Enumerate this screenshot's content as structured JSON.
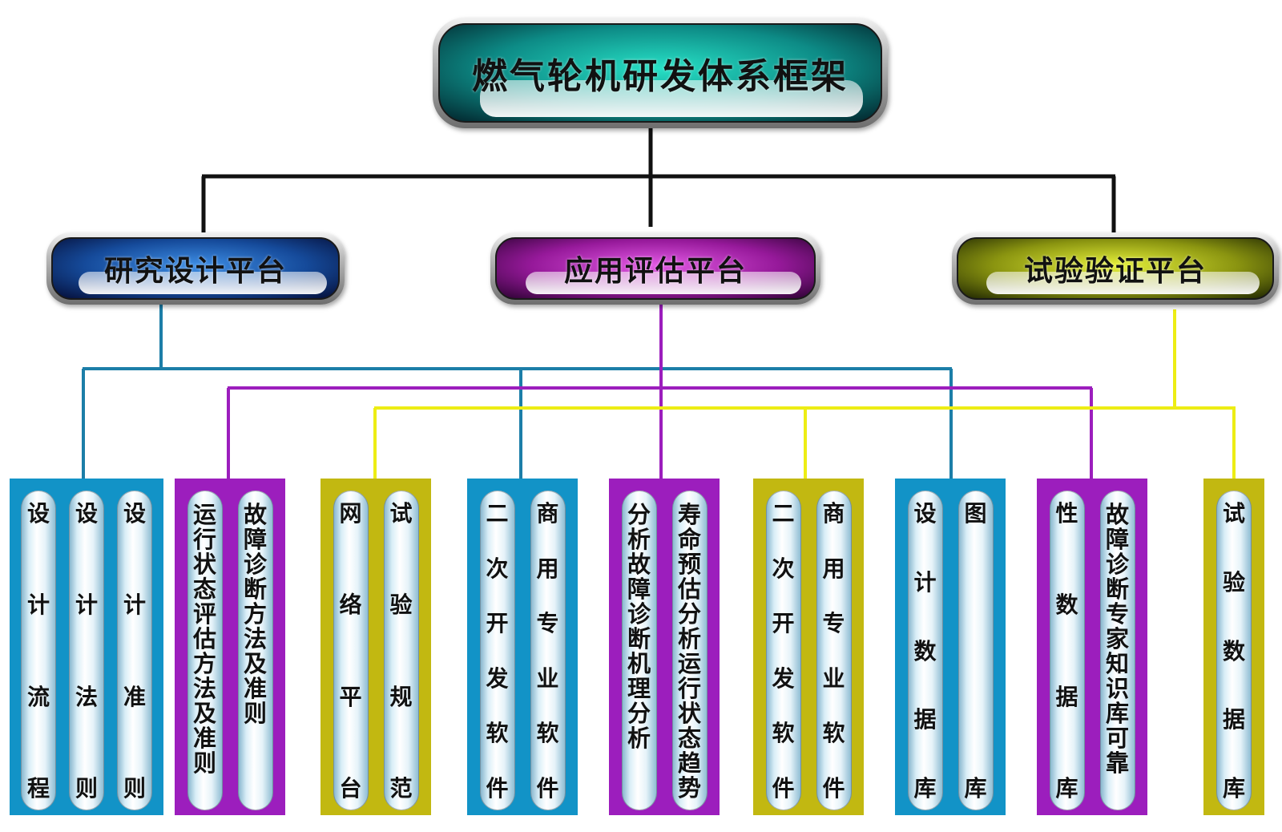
{
  "root": {
    "title": "燃气轮机研发体系框架"
  },
  "platforms": [
    {
      "label": "研究设计平台",
      "color": "#1293c7"
    },
    {
      "label": "应用评估平台",
      "color": "#9c1ebd"
    },
    {
      "label": "试验验证平台",
      "color": "#eded14"
    }
  ],
  "groups": [
    {
      "color": "#1293c7",
      "columns": [
        "设计流程",
        "设计法则",
        "设计准则"
      ]
    },
    {
      "color": "#9c1ebd",
      "columns": [
        "运行状态评估方法及准则",
        "故障诊断方法及准则"
      ]
    },
    {
      "color": "#c2b811",
      "columns": [
        "网络平台",
        "试验规范"
      ]
    },
    {
      "color": "#1293c7",
      "columns": [
        "二次开发软件",
        "商用专业软件"
      ]
    },
    {
      "color": "#9c1ebd",
      "columns": [
        "分析故障诊断机理分析",
        "寿命预估分析运行状态趋势"
      ]
    },
    {
      "color": "#c2b811",
      "columns": [
        "二次开发软件",
        "商用专业软件"
      ]
    },
    {
      "color": "#1293c7",
      "columns": [
        "设计数据库",
        "图库"
      ]
    },
    {
      "color": "#9c1ebd",
      "columns": [
        "性数据库",
        "故障诊断专家知识库可靠"
      ]
    },
    {
      "color": "#c2b811",
      "columns": [
        "试验数据库"
      ]
    }
  ]
}
